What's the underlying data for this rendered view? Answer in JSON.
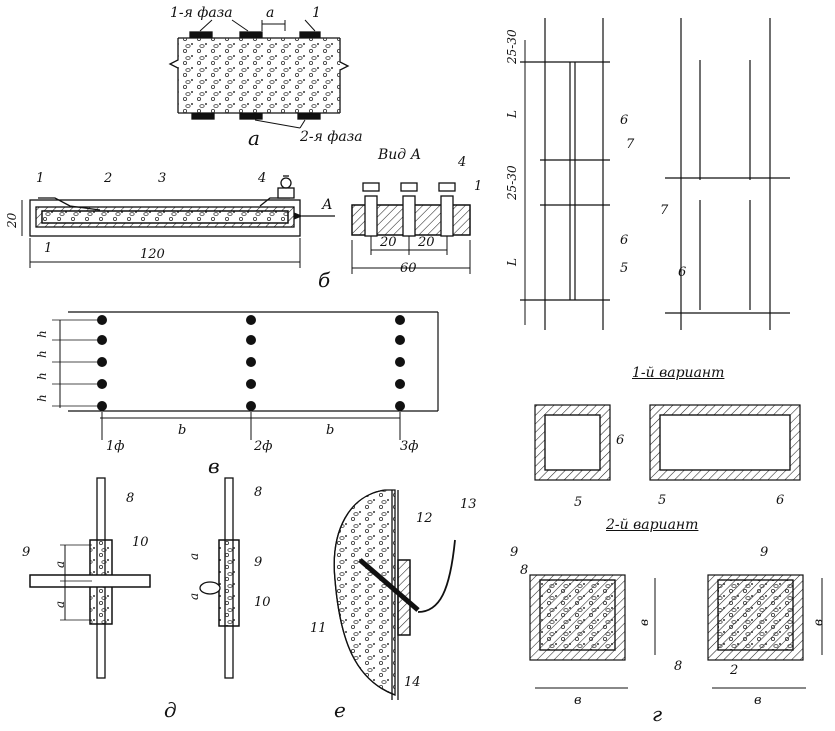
{
  "panel_a": {
    "caption": "а",
    "phase1": "1-я фаза",
    "phase2": "2-я фаза",
    "gap": "а",
    "item1": "1"
  },
  "panel_b": {
    "caption": "б",
    "view": "Вид  А",
    "arrow": "А",
    "n1": "1",
    "n2": "2",
    "n3": "3",
    "n4": "4",
    "n1b": "1",
    "n1c": "1",
    "n4b": "4",
    "d20": "20",
    "d120": "120",
    "d20a": "20",
    "d20b": "20",
    "d60": "60"
  },
  "panel_v": {
    "caption": "в",
    "h1": "h",
    "h2": "h",
    "h3": "h",
    "h4": "h",
    "f1": "1ф",
    "f2": "2ф",
    "f3": "3ф",
    "b1": "b",
    "b2": "b"
  },
  "panel_d": {
    "caption": "д",
    "n8": "8",
    "n8b": "8",
    "n9": "9",
    "n9b": "9",
    "n10": "10",
    "n10b": "10",
    "a1": "а",
    "a2": "а",
    "a3": "а",
    "a4": "а"
  },
  "panel_e": {
    "caption": "е",
    "n11": "11",
    "n12": "12",
    "n13": "13",
    "n14": "14"
  },
  "panel_g": {
    "caption": "г",
    "variant1": "1-й вариант",
    "variant2": "2-й вариант",
    "d2530a": "25-30",
    "d2530b": "25-30",
    "L1": "L",
    "L2": "L",
    "n5": "5",
    "n5b": "5",
    "n6": "6",
    "n6b": "6",
    "n6c": "6",
    "n6d": "6",
    "n6e": "6",
    "n7": "7",
    "n7b": "7",
    "n8": "8",
    "n8b": "8",
    "n9": "9",
    "n9b": "9",
    "n2": "2",
    "B1": "в",
    "B2": "в",
    "B3": "в",
    "B4": "в"
  }
}
